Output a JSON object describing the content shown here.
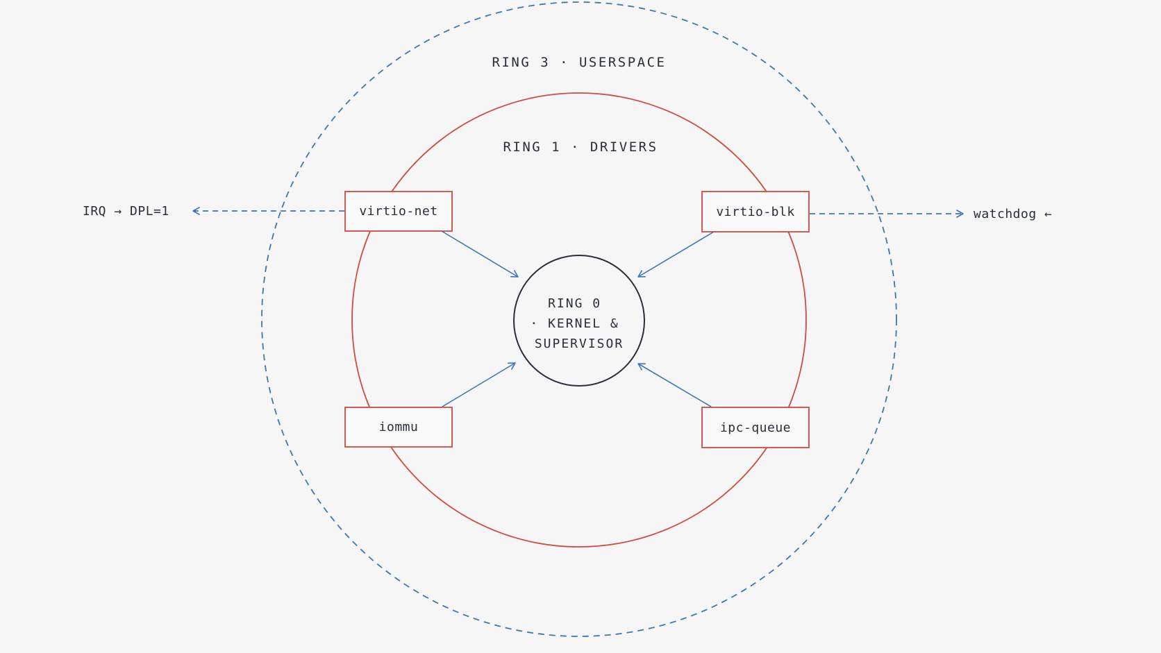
{
  "colors": {
    "background": "#f6f6f6",
    "ring3": "#3a76b8",
    "ring1": "#cf4a3f",
    "ring0": "#2a2d3a",
    "node_border": "#cf4a3f",
    "node_fill": "#f9f9f9",
    "arrow": "#3a76b8",
    "text": "#2a2d3a"
  },
  "rings": {
    "ring3": {
      "label": "RING 3 · USERSPACE",
      "style": "dashed"
    },
    "ring1": {
      "label": "RING 1 · DRIVERS",
      "style": "solid"
    },
    "ring0": {
      "label_lines": [
        "RING 0",
        "· KERNEL &",
        "SUPERVISOR"
      ],
      "style": "solid"
    }
  },
  "nodes": [
    {
      "id": "virtio-net",
      "label": "virtio-net"
    },
    {
      "id": "virtio-blk",
      "label": "virtio-blk"
    },
    {
      "id": "iommu",
      "label": "iommu"
    },
    {
      "id": "ipc-queue",
      "label": "ipc-queue"
    }
  ],
  "edges": [
    {
      "from": "virtio-net",
      "to": "ring0",
      "style": "solid"
    },
    {
      "from": "virtio-blk",
      "to": "ring0",
      "style": "solid"
    },
    {
      "from": "iommu",
      "to": "ring0",
      "style": "solid"
    },
    {
      "from": "ipc-queue",
      "to": "ring0",
      "style": "solid"
    },
    {
      "from": "virtio-net",
      "to": "irq-label",
      "style": "dashed"
    },
    {
      "from": "virtio-blk",
      "to": "watchdog-label",
      "style": "dashed"
    }
  ],
  "external_labels": {
    "irq": "IRQ → DPL=1",
    "watchdog": "watchdog ←"
  }
}
